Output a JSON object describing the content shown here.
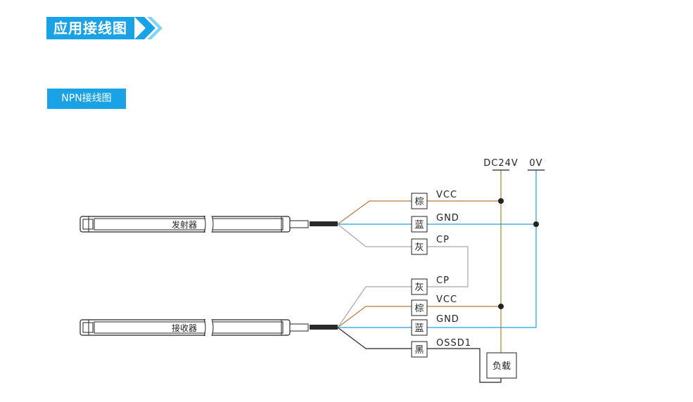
{
  "header": {
    "title": "应用接线图"
  },
  "section": {
    "tag": "NPN接线图"
  },
  "sensors": {
    "emitter_label": "发射器",
    "receiver_label": "接收器"
  },
  "power": {
    "supply_label": "DC24V",
    "ground_label": "0V"
  },
  "emitter_wires": [
    {
      "color_name": "棕",
      "signal": "VCC"
    },
    {
      "color_name": "蓝",
      "signal": "GND"
    },
    {
      "color_name": "灰",
      "signal": "CP"
    }
  ],
  "receiver_wires": [
    {
      "color_name": "灰",
      "signal": "CP"
    },
    {
      "color_name": "棕",
      "signal": "VCC"
    },
    {
      "color_name": "蓝",
      "signal": "GND"
    },
    {
      "color_name": "黑",
      "signal": "OSSD1"
    }
  ],
  "load": {
    "label": "负载"
  },
  "colors": {
    "accent": "#19a3e6",
    "brown_wire": "#b87a3a",
    "blue_wire": "#1aa3e0",
    "gray_wire": "#a6a6a6",
    "black_wire": "#222222"
  }
}
